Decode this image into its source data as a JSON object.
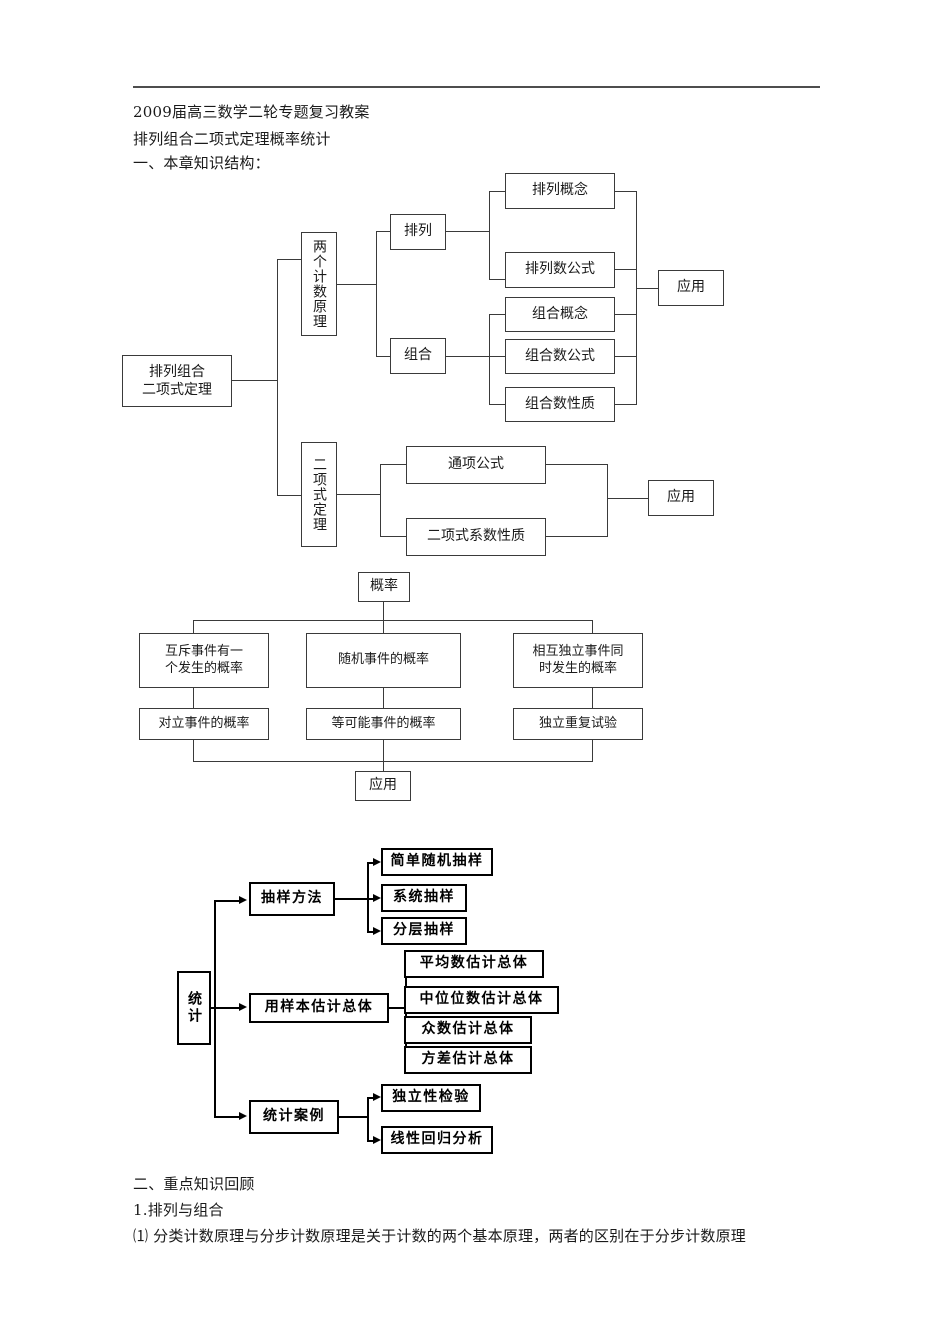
{
  "document": {
    "header_lines": [
      "2009届高三数学二轮专题复习教案",
      "排列组合二项式定理概率统计",
      "一、本章知识结构："
    ],
    "footer_lines": [
      "二、重点知识回顾",
      "1.排列与组合",
      "⑴ 分类计数原理与分步计数原理是关于计数的两个基本原理，两者的区别在于分步计数原理"
    ]
  },
  "diagram_permutation": {
    "root": "排列组合\n二项式定理",
    "root_line1": "排列组合",
    "root_line2": "二项式定理",
    "counting_principle": "两个计数原理",
    "permutation": "排列",
    "combination": "组合",
    "perm_concept": "排列概念",
    "perm_formula": "排列数公式",
    "comb_concept": "组合概念",
    "comb_formula": "组合数公式",
    "comb_property": "组合数性质",
    "application": "应用",
    "binomial_theorem": "二项式定理",
    "general_term": "通项公式",
    "coefficient_property": "二项式系数性质",
    "binomial_application": "应用"
  },
  "diagram_probability": {
    "root": "概率",
    "mutually_exclusive": "互斥事件有一\n个发生的概率",
    "mutually_exclusive_l1": "互斥事件有一",
    "mutually_exclusive_l2": "个发生的概率",
    "random_event": "随机事件的概率",
    "independent_same_time_l1": "相互独立事件同",
    "independent_same_time_l2": "时发生的概率",
    "complementary": "对立事件的概率",
    "equally_likely": "等可能事件的概率",
    "repeated_trials": "独立重复试验",
    "application": "应用"
  },
  "diagram_statistics": {
    "root": "统计",
    "sampling_methods": "抽样方法",
    "simple_random_sampling": "简单随机抽样",
    "systematic_sampling": "系统抽样",
    "stratified_sampling": "分层抽样",
    "estimate_population": "用样本估计总体",
    "mean_estimate": "平均数估计总体",
    "median_estimate": "中位位数估计总体",
    "mode_estimate": "众数估计总体",
    "variance_estimate": "方差估计总体",
    "statistical_cases": "统计案例",
    "independence_test": "独立性检验",
    "linear_regression": "线性回归分析"
  },
  "colors": {
    "ink": "#1a1a1a",
    "line": "#3a3a3a",
    "heavy": "#000000",
    "rule": "#4d4d4d",
    "page": "#ffffff"
  }
}
